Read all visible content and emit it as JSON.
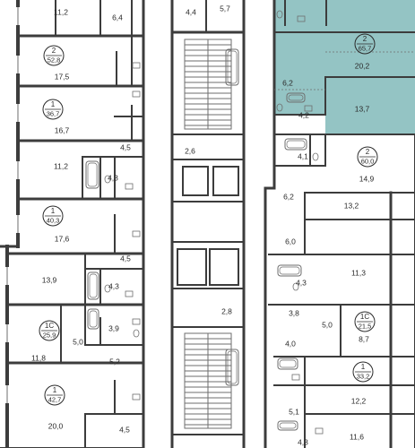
{
  "colors": {
    "wall": "#3c3c3c",
    "thin": "#6e6e6e",
    "highlight": "#94c4c4",
    "background": "#ffffff"
  },
  "highlighted_unit": {
    "rooms": "2",
    "area": "65,7"
  },
  "units": [
    {
      "id": "u-left-1",
      "rooms": "2",
      "area": "52,8"
    },
    {
      "id": "u-left-2",
      "rooms": "1",
      "area": "36,7"
    },
    {
      "id": "u-left-3",
      "rooms": "1",
      "area": "40,3"
    },
    {
      "id": "u-left-4",
      "rooms": "1С",
      "area": "25,9"
    },
    {
      "id": "u-left-5",
      "rooms": "1",
      "area": "42,7"
    },
    {
      "id": "u-right-hl",
      "rooms": "2",
      "area": "65,7"
    },
    {
      "id": "u-right-2",
      "rooms": "2",
      "area": "60,0"
    },
    {
      "id": "u-right-3",
      "rooms": "1С",
      "area": "21,5"
    },
    {
      "id": "u-right-4",
      "rooms": "1",
      "area": "33,2"
    }
  ],
  "room_areas": [
    "11,2",
    "6,4",
    "17,5",
    "16,7",
    "4,5",
    "11,2",
    "4,3",
    "17,6",
    "4,5",
    "13,9",
    "4,3",
    "3,9",
    "5,0",
    "11,8",
    "5,2",
    "20,0",
    "4,5",
    "4,4",
    "5,7",
    "2,6",
    "2,8",
    "20,2",
    "6,2",
    "4,2",
    "13,7",
    "4,1",
    "14,9",
    "6,2",
    "13,2",
    "6,0",
    "11,3",
    "4,3",
    "3,8",
    "5,0",
    "4,0",
    "8,7",
    "12,2",
    "5,1",
    "11,6",
    "4,3"
  ]
}
